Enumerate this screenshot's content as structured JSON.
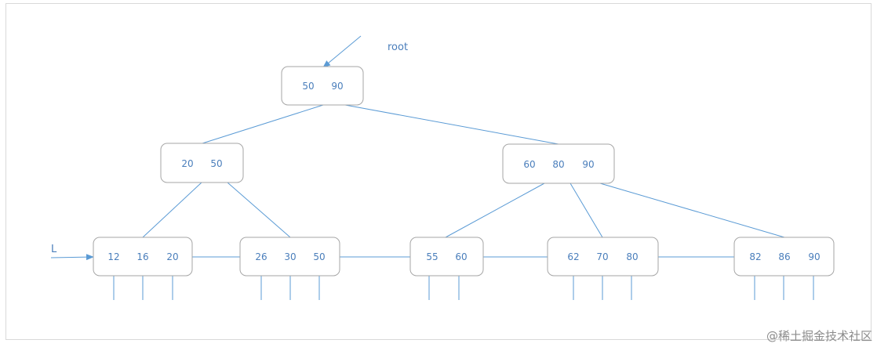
{
  "diagram": {
    "root_label": "root",
    "leaf_label": "L",
    "nodes": {
      "root": {
        "keys": [
          "50",
          "90"
        ]
      },
      "inner_l": {
        "keys": [
          "20",
          "50"
        ]
      },
      "inner_r": {
        "keys": [
          "60",
          "80",
          "90"
        ]
      },
      "leaf_1": {
        "keys": [
          "12",
          "16",
          "20"
        ]
      },
      "leaf_2": {
        "keys": [
          "26",
          "30",
          "50"
        ]
      },
      "leaf_3": {
        "keys": [
          "55",
          "60"
        ]
      },
      "leaf_4": {
        "keys": [
          "62",
          "70",
          "80"
        ]
      },
      "leaf_5": {
        "keys": [
          "82",
          "86",
          "90"
        ]
      }
    },
    "colors": {
      "line": "#5b9bd5",
      "text": "#4a7ebb",
      "node_border": "#a6a6a6"
    }
  },
  "watermark": "@稀土掘金技术社区"
}
